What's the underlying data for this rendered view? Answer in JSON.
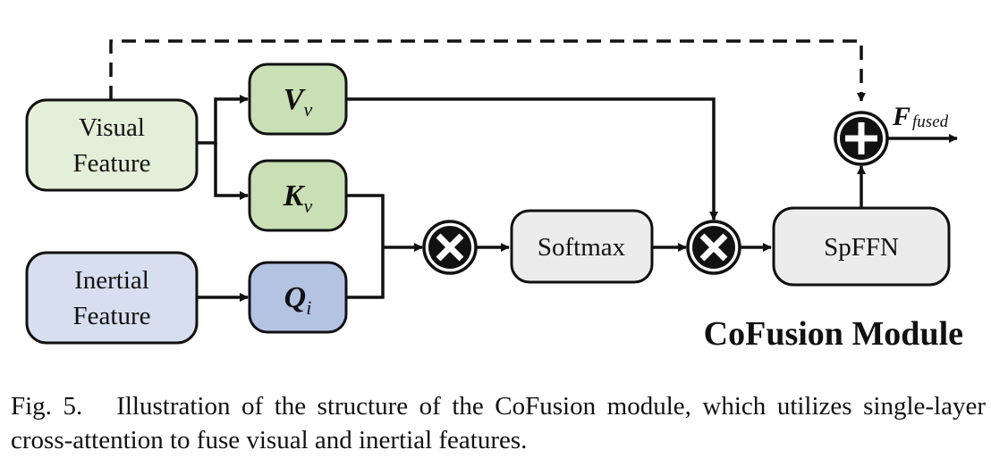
{
  "nodes": {
    "visual_feature": [
      "Visual",
      "Feature"
    ],
    "inertial_feature": [
      "Inertial",
      "Feature"
    ],
    "value": {
      "main": "V",
      "sub": "v"
    },
    "key": {
      "main": "K",
      "sub": "v"
    },
    "query": {
      "main": "Q",
      "sub": "i"
    },
    "softmax": "Softmax",
    "spffn": "SpFFN",
    "output": {
      "main": "F",
      "sub": "fused"
    }
  },
  "module_title": "CoFusion Module",
  "caption": {
    "label": "Fig. 5.",
    "text": "Illustration of the structure of the CoFusion module, which utilizes single-layer cross-attention to fuse visual and inertial features."
  },
  "colors": {
    "visual_fill": "#e4efd9",
    "inertial_fill": "#d7deef",
    "vk_fill": "#c9dfb4",
    "q_fill": "#b4c3e2",
    "op_fill": "#ececec",
    "stroke": "#111111"
  }
}
